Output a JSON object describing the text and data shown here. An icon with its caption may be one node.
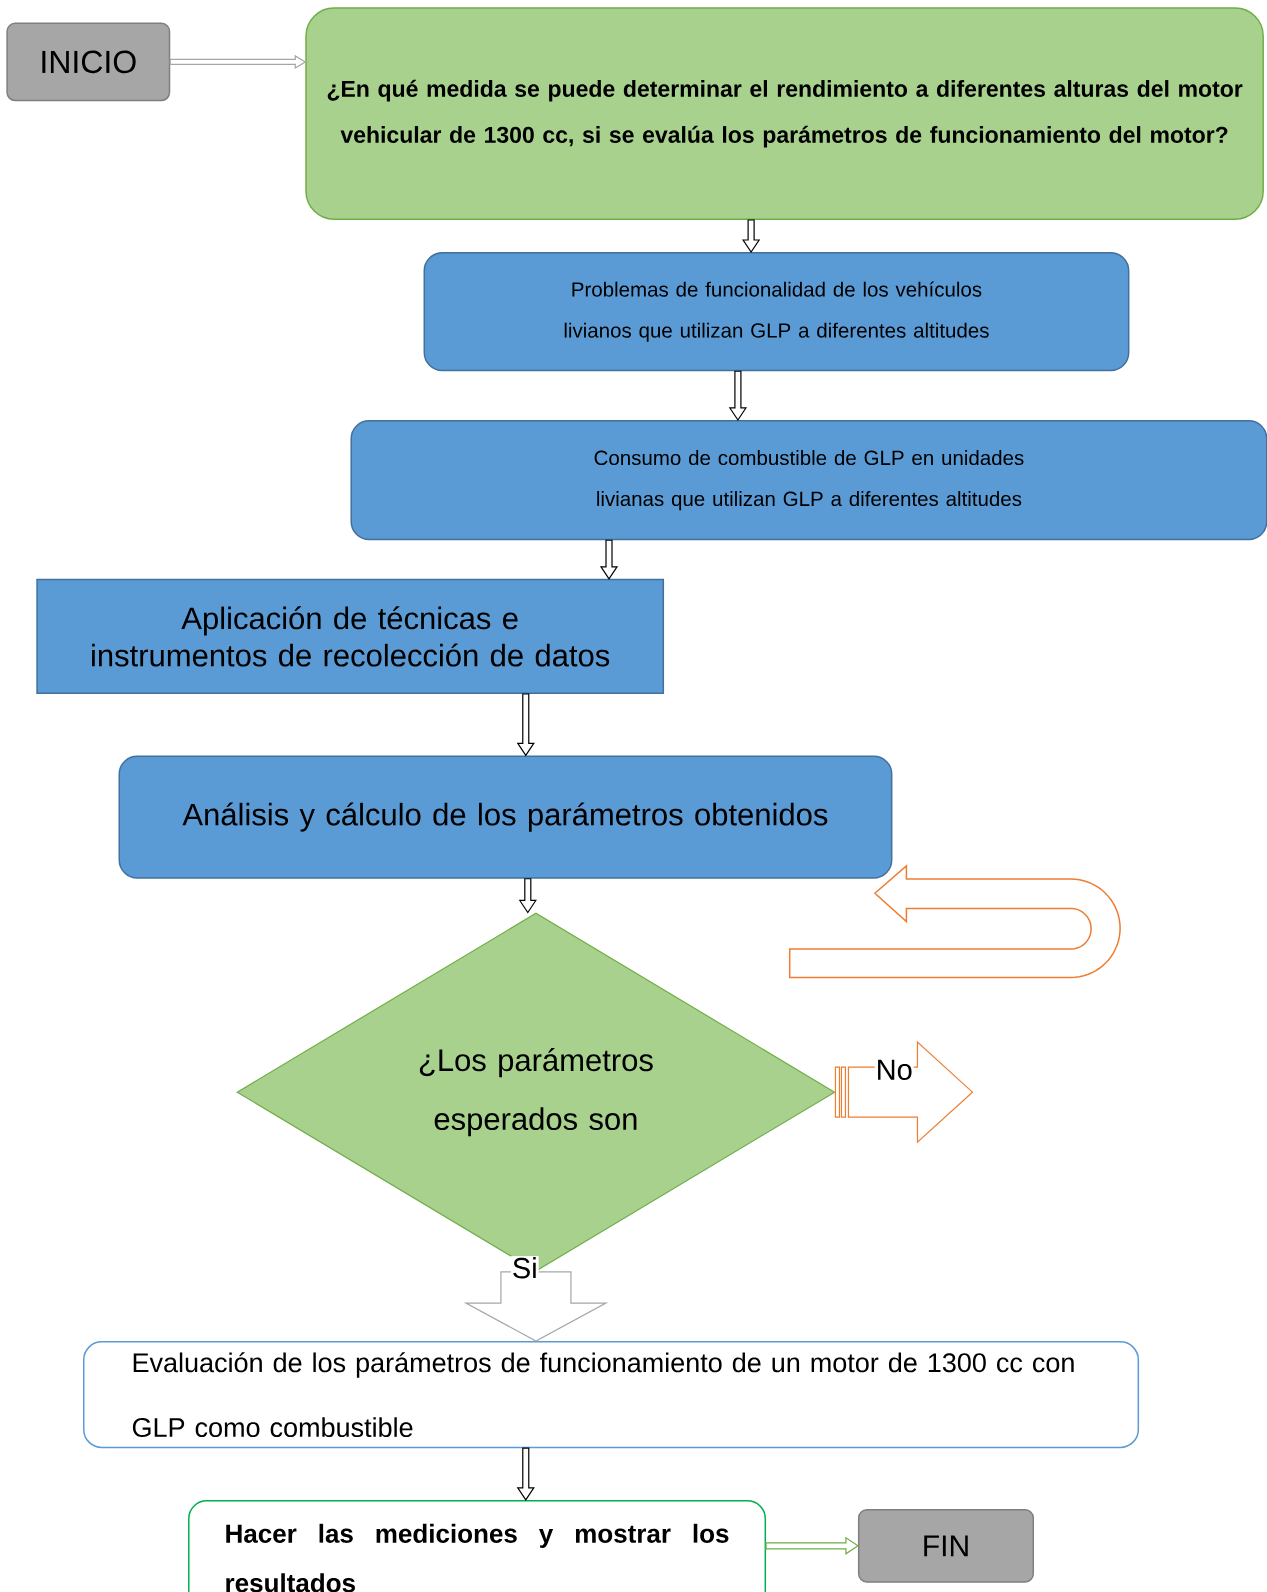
{
  "diagram": {
    "nodes": [
      {
        "text": [
          "INICIO"
        ]
      },
      {
        "text": [
          "¿En qué medida se puede determinar el rendimiento a diferentes alturas del motor vehicular de 1300 cc, si se evalúa los parámetros de funcionamiento del motor?"
        ]
      },
      {
        "text": [
          "Problemas de funcionalidad de los vehículos livianos que utilizan GLP a diferentes altitudes"
        ]
      },
      {
        "text": [
          "Consumo de combustible de GLP en unidades livianas que utilizan GLP a diferentes altitudes"
        ]
      },
      {
        "text": [
          "Aplicación de técnicas e instrumentos de recolección de datos"
        ]
      },
      {
        "text": [
          "Análisis y cálculo de los parámetros obtenidos"
        ]
      },
      {
        "text": [
          "¿Los parámetros esperados son"
        ]
      },
      {
        "text": [
          "Evaluación de los parámetros de funcionamiento de un motor de 1300 cc con GLP como combustible"
        ]
      },
      {
        "text": [
          "Hacer las mediciones y mostrar los resultados"
        ]
      },
      {
        "text": [
          "FIN"
        ]
      }
    ],
    "edges": [
      {
        "from": 0,
        "to": 1,
        "arrow": "to",
        "color": "#a6a6a6"
      },
      {
        "from": 1,
        "to": 2,
        "arrow": "to"
      },
      {
        "from": 2,
        "to": 3,
        "arrow": "to"
      },
      {
        "from": 3,
        "to": 4,
        "arrow": "to"
      },
      {
        "from": 4,
        "to": 5,
        "arrow": "to"
      },
      {
        "from": 5,
        "to": 6,
        "arrow": "to"
      },
      {
        "from": 6,
        "to": 7,
        "arrow": "to",
        "label": "Si",
        "color": "#a6a6a6"
      },
      {
        "from": 6,
        "to": null,
        "arrow": "to",
        "label": "No",
        "color": "#ed7d31"
      },
      {
        "from": 7,
        "to": 8,
        "arrow": "to"
      },
      {
        "from": 8,
        "to": 9,
        "arrow": "to",
        "color": "#70ad47"
      }
    ]
  }
}
